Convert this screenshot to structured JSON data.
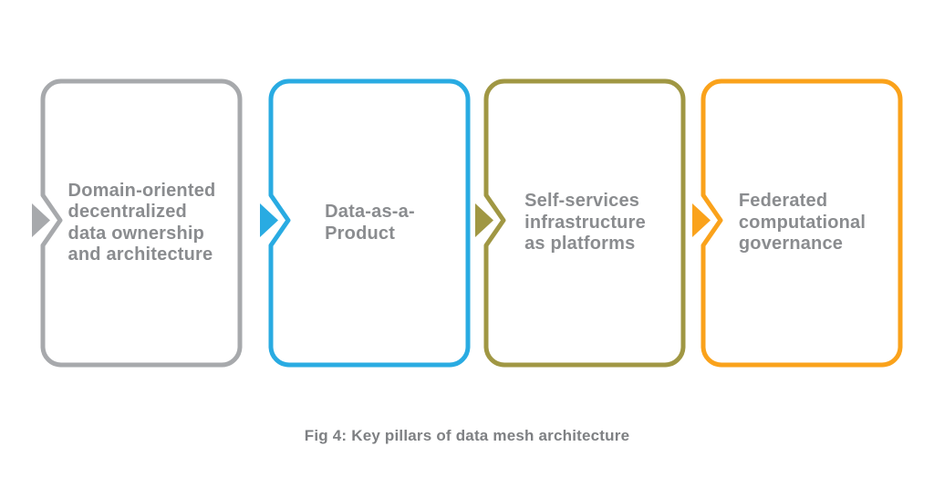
{
  "figure": {
    "caption": "Fig 4: Key pillars of data mesh architecture"
  },
  "pillars": [
    {
      "name": "domain-oriented-decentralized-data-ownership",
      "label": "Domain-oriented\ndecentralized\ndata ownership\nand architecture",
      "color": "#A7A9AC"
    },
    {
      "name": "data-as-a-product",
      "label": "Data-as-a-\nProduct",
      "color": "#29ABE2"
    },
    {
      "name": "self-services-infrastructure-as-platforms",
      "label": "Self-services\ninfrastructure\nas platforms",
      "color": "#A09743"
    },
    {
      "name": "federated-computational-governance",
      "label": "Federated\ncomputational\ngovernance",
      "color": "#FAA21B"
    }
  ],
  "text_color": "#8A8C8F",
  "caption_color": "#7E8083"
}
